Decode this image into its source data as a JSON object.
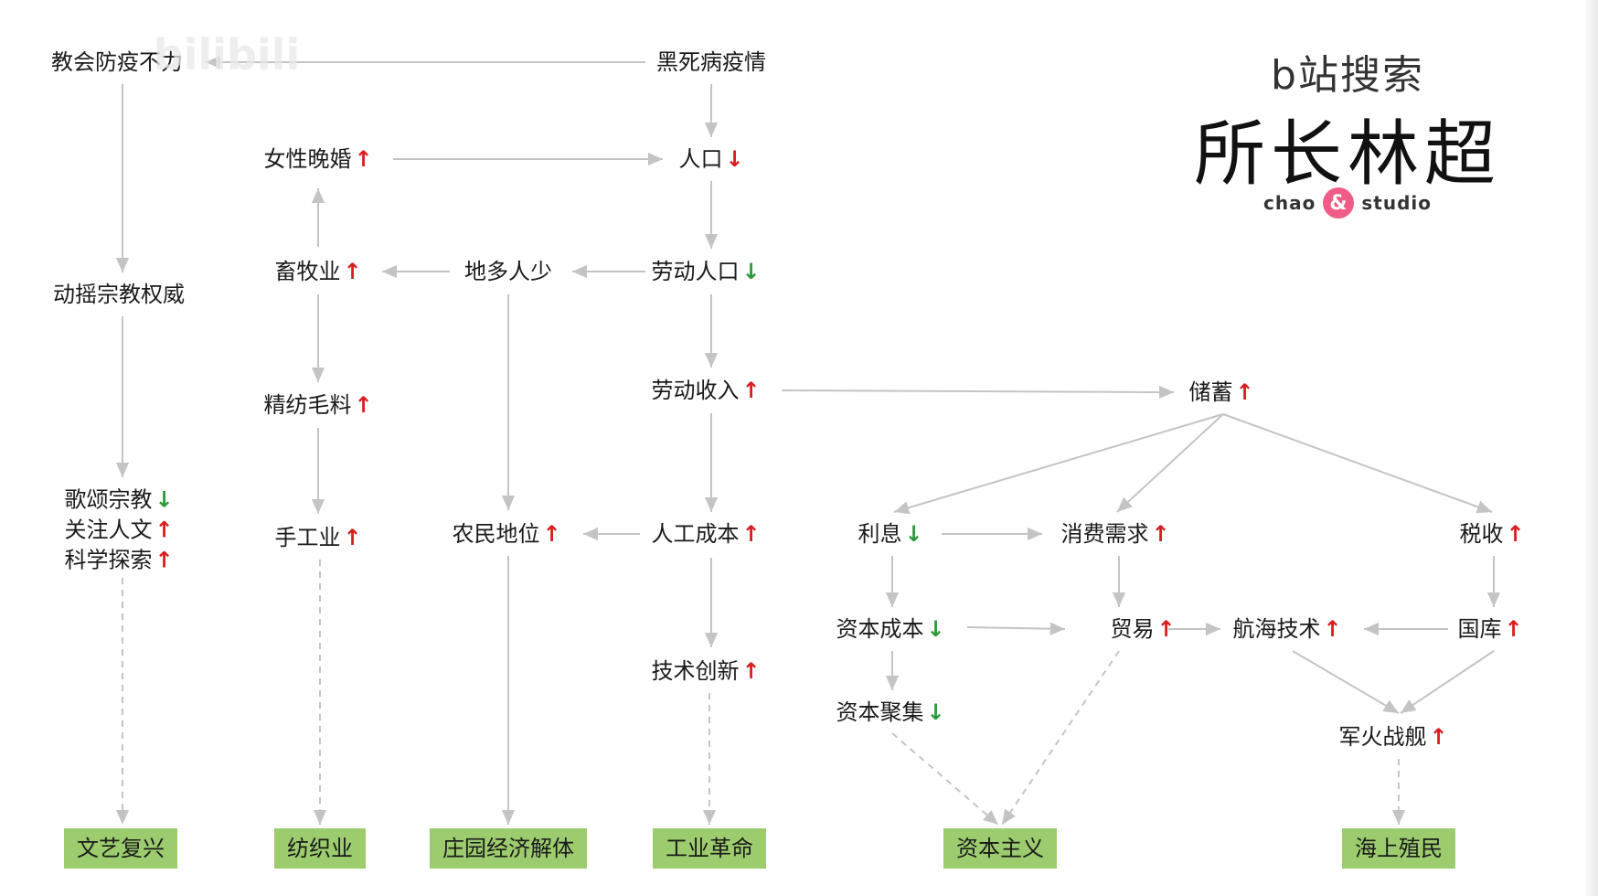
{
  "brand": {
    "search": "b站搜索",
    "name": "所长林超",
    "studio_left": "chao",
    "studio_amp": "&",
    "studio_right": "studio"
  },
  "watermark": "bilibili",
  "arrows": {
    "up": "↑",
    "down": "↓"
  },
  "nodes": [
    {
      "id": "church",
      "text": "教会防疫不力",
      "arrow": "",
      "color": ""
    },
    {
      "id": "plague",
      "text": "黑死病疫情",
      "arrow": "",
      "color": ""
    },
    {
      "id": "marriage",
      "text": "女性晚婚",
      "arrow": "up",
      "color": "red"
    },
    {
      "id": "pop",
      "text": "人口",
      "arrow": "down",
      "color": "red"
    },
    {
      "id": "shake",
      "text": "动摇宗教权威",
      "arrow": "",
      "color": ""
    },
    {
      "id": "herd",
      "text": "畜牧业",
      "arrow": "up",
      "color": "red"
    },
    {
      "id": "land",
      "text": "地多人少",
      "arrow": "",
      "color": ""
    },
    {
      "id": "labor",
      "text": "劳动人口",
      "arrow": "down",
      "color": "green"
    },
    {
      "id": "wool",
      "text": "精纺毛料",
      "arrow": "up",
      "color": "red"
    },
    {
      "id": "income",
      "text": "劳动收入",
      "arrow": "up",
      "color": "red"
    },
    {
      "id": "savings",
      "text": "储蓄",
      "arrow": "up",
      "color": "red"
    },
    {
      "id": "craft",
      "text": "手工业",
      "arrow": "up",
      "color": "red"
    },
    {
      "id": "peasant",
      "text": "农民地位",
      "arrow": "up",
      "color": "red"
    },
    {
      "id": "laborcost",
      "text": "人工成本",
      "arrow": "up",
      "color": "red"
    },
    {
      "id": "interest",
      "text": "利息",
      "arrow": "down",
      "color": "green"
    },
    {
      "id": "consume",
      "text": "消费需求",
      "arrow": "up",
      "color": "red"
    },
    {
      "id": "tax",
      "text": "税收",
      "arrow": "up",
      "color": "red"
    },
    {
      "id": "capcost",
      "text": "资本成本",
      "arrow": "down",
      "color": "green"
    },
    {
      "id": "trade",
      "text": "贸易",
      "arrow": "up",
      "color": "red"
    },
    {
      "id": "navtech",
      "text": "航海技术",
      "arrow": "up",
      "color": "red"
    },
    {
      "id": "treasury",
      "text": "国库",
      "arrow": "up",
      "color": "red"
    },
    {
      "id": "tech",
      "text": "技术创新",
      "arrow": "up",
      "color": "red"
    },
    {
      "id": "capaccum",
      "text": "资本聚集",
      "arrow": "down",
      "color": "green"
    },
    {
      "id": "military",
      "text": "军火战舰",
      "arrow": "up",
      "color": "red"
    }
  ],
  "stack": [
    {
      "text": "歌颂宗教",
      "arrow": "down",
      "color": "green"
    },
    {
      "text": "关注人文",
      "arrow": "up",
      "color": "red"
    },
    {
      "text": "科学探索",
      "arrow": "up",
      "color": "red"
    }
  ],
  "goals": [
    {
      "id": "renaissance",
      "text": "文艺复兴"
    },
    {
      "id": "textile",
      "text": "纺织业"
    },
    {
      "id": "manor",
      "text": "庄园经济解体"
    },
    {
      "id": "industrial",
      "text": "工业革命"
    },
    {
      "id": "capitalism",
      "text": "资本主义"
    },
    {
      "id": "colonial",
      "text": "海上殖民"
    }
  ],
  "colors": {
    "goal_bg": "#9ccc6e",
    "arrow_up": "#d81e1e",
    "arrow_down_green": "#2e9a3c",
    "edge": "#c4c4c4"
  }
}
